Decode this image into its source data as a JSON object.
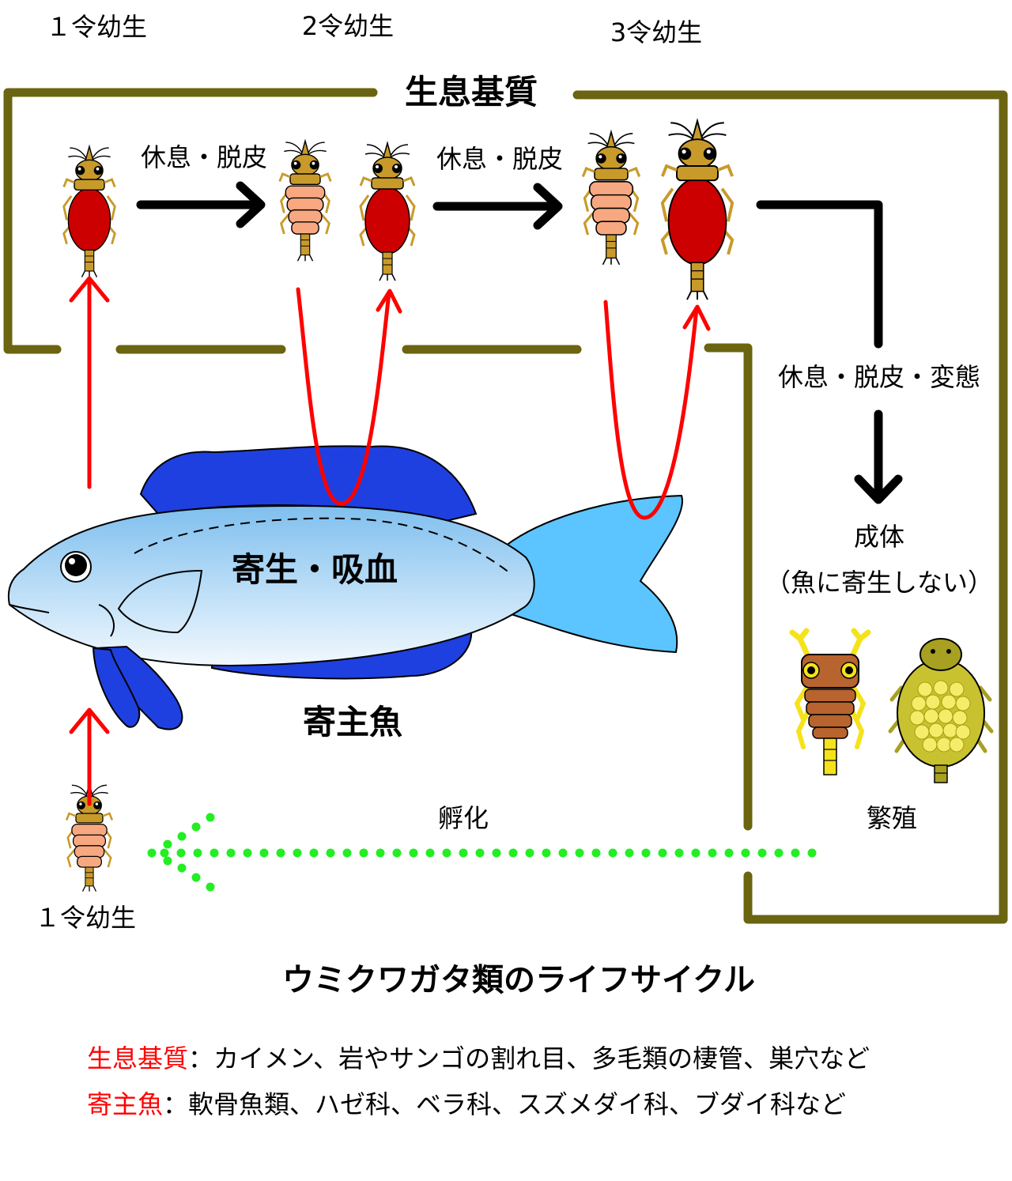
{
  "labels": {
    "stage1_top": "１令幼生",
    "stage2_top": "2令幼生",
    "stage3_top": "3令幼生",
    "substrate": "生息基質",
    "molt_a": "休息・脱皮",
    "molt_b": "休息・脱皮",
    "molt_meta": "休息・脱皮・変態",
    "adult": "成体",
    "adult_note": "（魚に寄生しない）",
    "parasitism": "寄生・吸血",
    "host": "寄主魚",
    "hatching": "孵化",
    "stage1_bottom": "１令幼生",
    "breeding": "繁殖",
    "title": "ウミクワガタ類のライフサイクル"
  },
  "legend": {
    "substrate_term": "生息基質",
    "substrate_desc": "：カイメン、岩やサンゴの割れ目、多毛類の棲管、巣穴など",
    "host_term": "寄主魚",
    "host_desc": "：軟骨魚類、ハゼ科、ベラ科、スズメダイ科、ブダイ科など"
  },
  "colors": {
    "frame": "#6b6410",
    "red_arrow": "#ff0000",
    "dotted": "#22ee22",
    "fish_body": "#a9d4f5",
    "fish_fin": "#1e40e0",
    "fish_tail": "#5cc4ff",
    "engorged": "#cc0000",
    "unfed": "#f7a880",
    "head": "#c89a2a"
  }
}
